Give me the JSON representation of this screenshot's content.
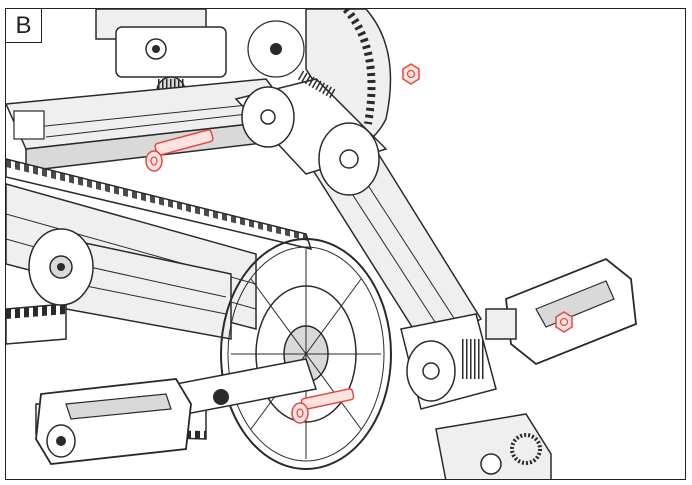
{
  "panel": {
    "label": "B"
  },
  "colors": {
    "line": "#2a2a2a",
    "shade": "#d9d9d9",
    "light": "#efefef",
    "highlight": "#e8473c",
    "highlight_fill": "#fbe3e1"
  },
  "parts_highlighted": [
    "bolt-upper-left",
    "nut-top",
    "nut-right-pedal",
    "bolt-lower-center"
  ]
}
